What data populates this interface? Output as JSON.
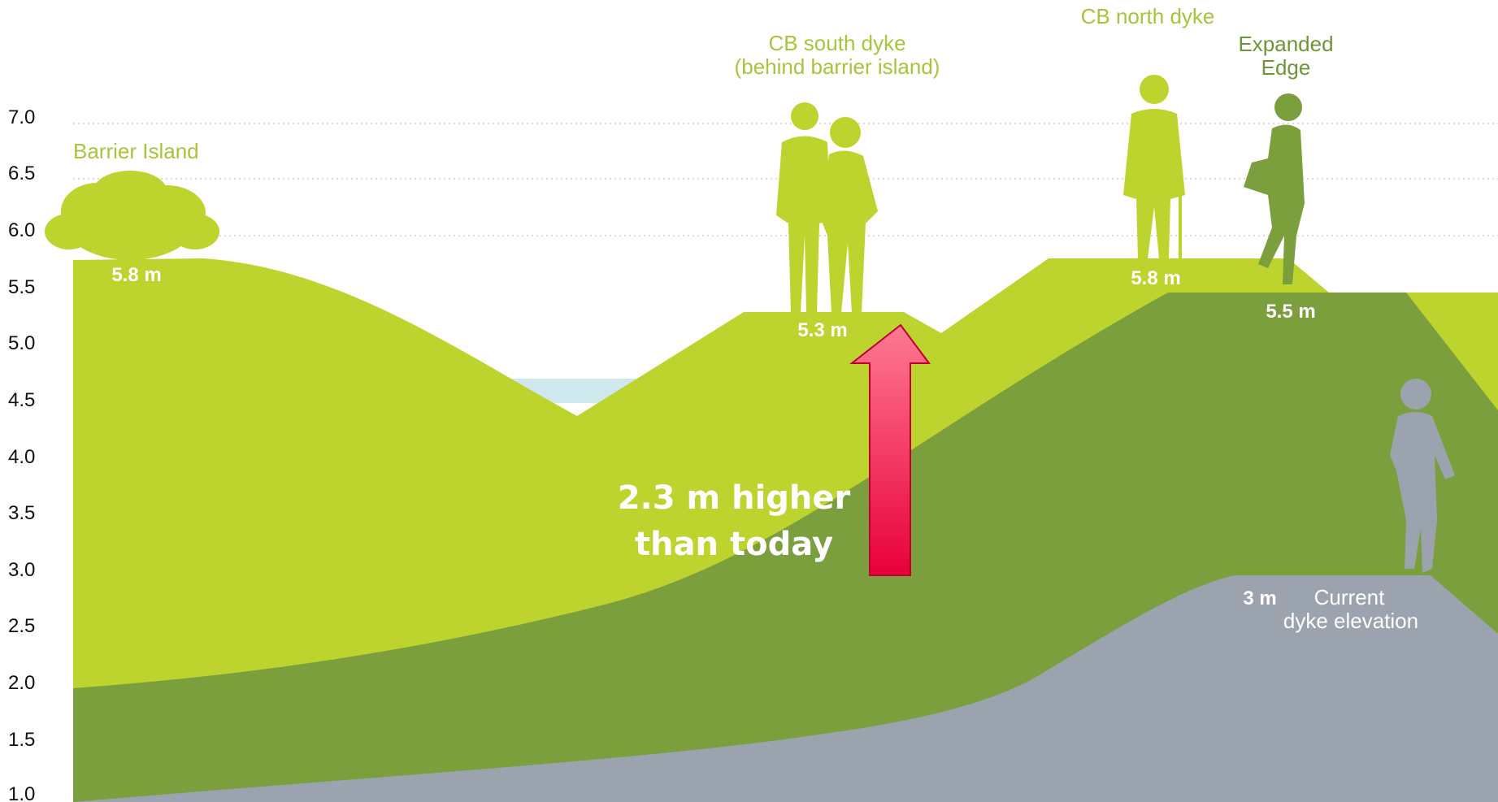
{
  "y_axis": {
    "ticks": [
      "7.0",
      "6.5",
      "6.0",
      "5.5",
      "5.0",
      "4.5",
      "4.0",
      "3.5",
      "3.0",
      "2.5",
      "2.0",
      "1.5",
      "1.0"
    ],
    "min": 1.0,
    "max": 7.0,
    "grid": "dotted lines at 6.5, 6.0 and 7.0"
  },
  "profiles": [
    {
      "key": "barrier_cb",
      "color": "#bdd42e"
    },
    {
      "key": "expanded_edge",
      "color": "#7a9f3c"
    },
    {
      "key": "current_dyke",
      "color": "#9ba4ae"
    },
    {
      "key": "water",
      "color": "#cfe8ee"
    }
  ],
  "labels": {
    "barrier_island": "Barrier Island",
    "cb_south_line1": "CB south dyke",
    "cb_south_line2": "(behind barrier island)",
    "cb_north": "CB north dyke",
    "expanded_line1": "Expanded",
    "expanded_line2": "Edge",
    "current_line1": "Current",
    "current_line2": "dyke elevation"
  },
  "elevations": {
    "barrier_island": "5.8 m",
    "cb_south": "5.3 m",
    "cb_north": "5.8 m",
    "expanded_edge": "5.5 m",
    "current": "3 m"
  },
  "callout": {
    "line1": "2.3 m higher",
    "line2": "than today",
    "arrow_color": "#f0224e"
  },
  "colors": {
    "label_green": "#a6c53a",
    "label_dark_green": "#6e9638",
    "label_grey": "#ffffff"
  }
}
